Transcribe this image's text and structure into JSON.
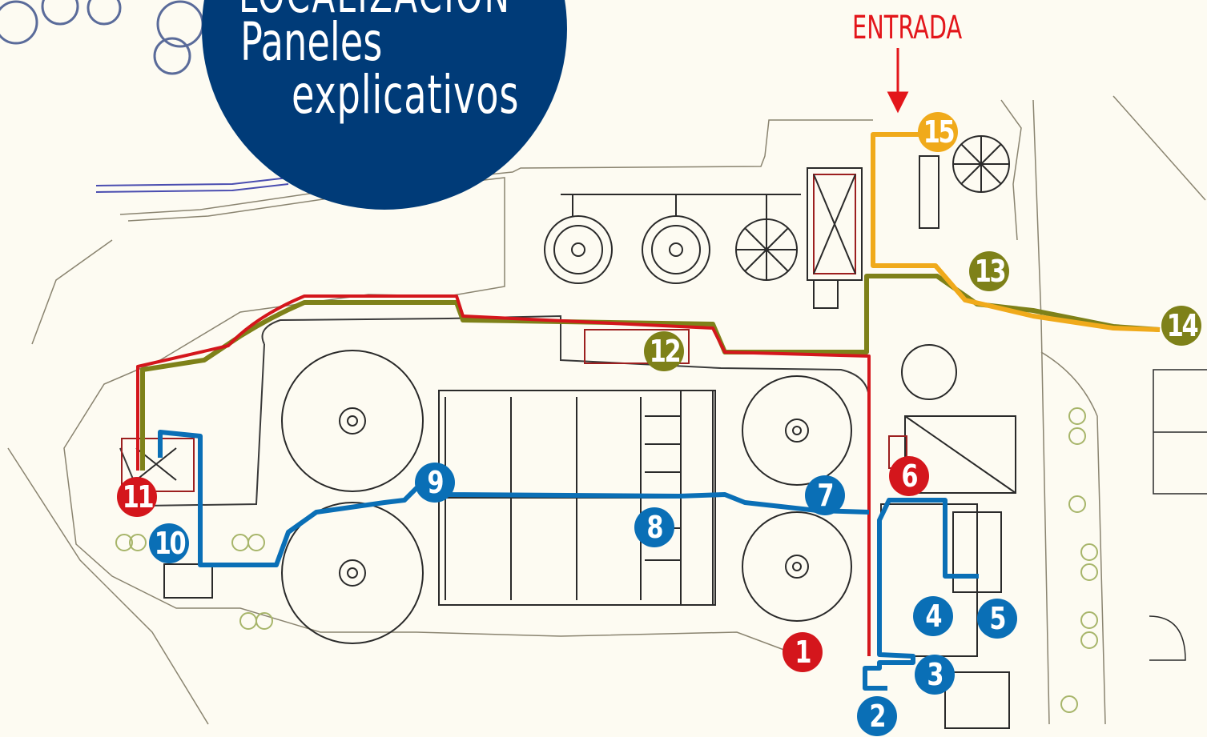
{
  "title": {
    "line1": "LOCALIZACIÓN",
    "line2": "Paneles",
    "line3": "explicativos"
  },
  "entrance_label": "ENTRADA",
  "colors": {
    "title_bg": "#003b78",
    "route_blue": "#0a6fb6",
    "route_red": "#d4161c",
    "route_olive": "#7e8119",
    "route_orange": "#f0aa1b",
    "entrance_red": "#e3161b"
  },
  "markers": [
    {
      "number": "1",
      "color": "red"
    },
    {
      "number": "2",
      "color": "blue"
    },
    {
      "number": "3",
      "color": "blue"
    },
    {
      "number": "4",
      "color": "blue"
    },
    {
      "number": "5",
      "color": "blue"
    },
    {
      "number": "6",
      "color": "red"
    },
    {
      "number": "7",
      "color": "blue"
    },
    {
      "number": "8",
      "color": "blue"
    },
    {
      "number": "9",
      "color": "blue"
    },
    {
      "number": "10",
      "color": "blue"
    },
    {
      "number": "11",
      "color": "red"
    },
    {
      "number": "12",
      "color": "olive"
    },
    {
      "number": "13",
      "color": "olive"
    },
    {
      "number": "14",
      "color": "olive"
    },
    {
      "number": "15",
      "color": "orange"
    }
  ]
}
